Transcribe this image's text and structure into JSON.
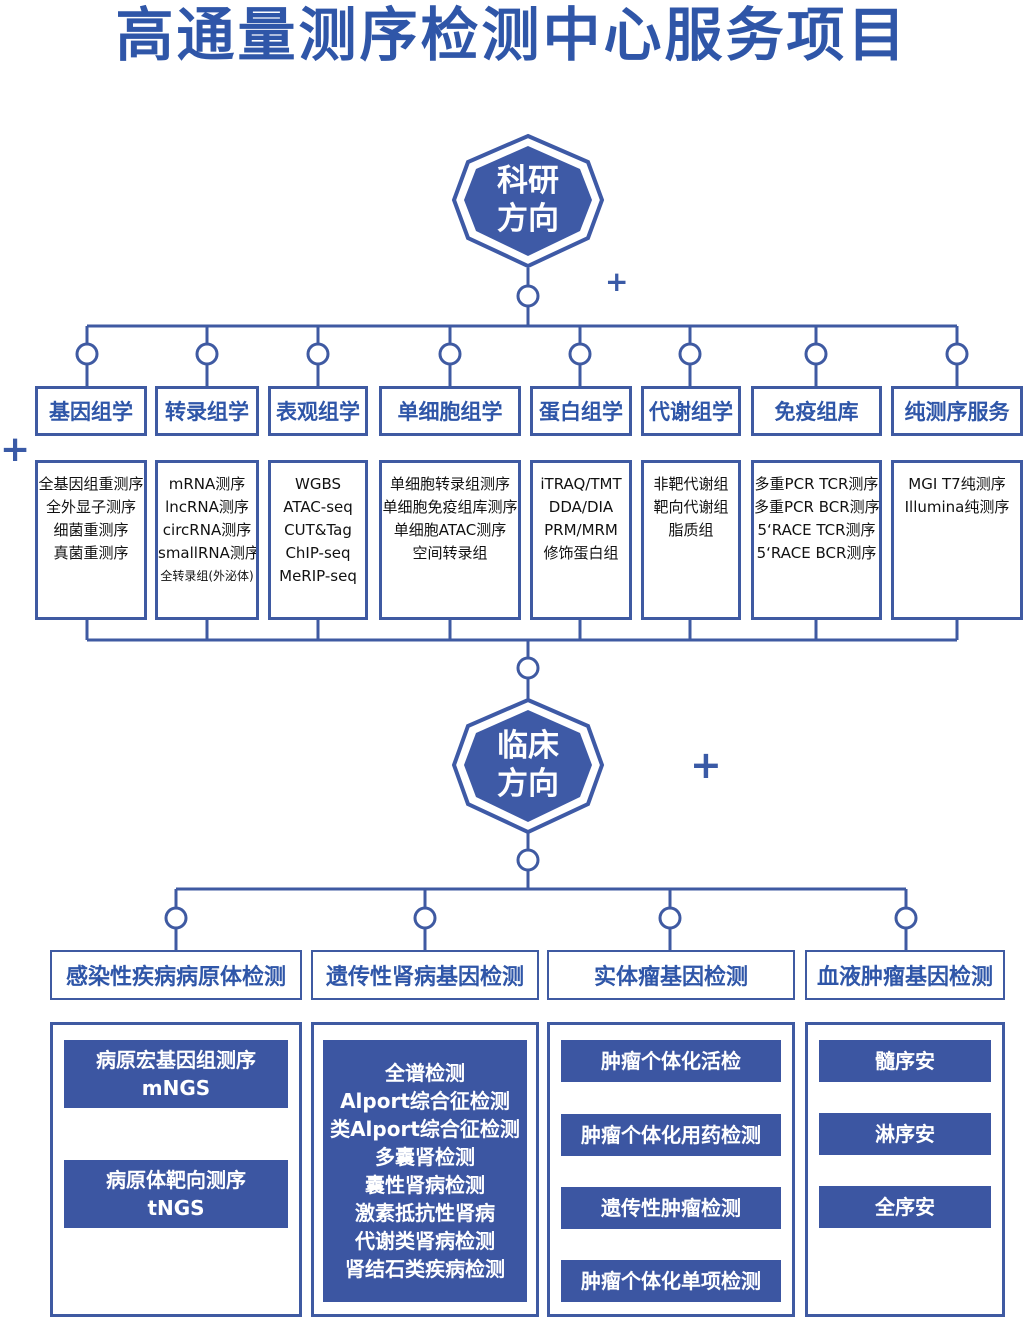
{
  "title": "高通量测序检测中心服务项目",
  "research": {
    "label_line1": "科研",
    "label_line2": "方向",
    "categories": [
      {
        "name": "基因组学",
        "items": [
          "全基因组重测序",
          "全外显子测序",
          "细菌重测序",
          "真菌重测序"
        ]
      },
      {
        "name": "转录组学",
        "items": [
          "mRNA测序",
          "lncRNA测序",
          "circRNA测序",
          "smallRNA测序",
          "全转录组(外泌体)"
        ]
      },
      {
        "name": "表观组学",
        "items": [
          "WGBS",
          "ATAC-seq",
          "CUT&Tag",
          "ChIP-seq",
          "MeRIP-seq"
        ]
      },
      {
        "name": "单细胞组学",
        "items": [
          "单细胞转录组测序",
          "单细胞免疫组库测序",
          "单细胞ATAC测序",
          "空间转录组"
        ]
      },
      {
        "name": "蛋白组学",
        "items": [
          "iTRAQ/TMT",
          "DDA/DIA",
          "PRM/MRM",
          "修饰蛋白组"
        ]
      },
      {
        "name": "代谢组学",
        "items": [
          "非靶代谢组",
          "靶向代谢组",
          "脂质组"
        ]
      },
      {
        "name": "免疫组库",
        "items": [
          "多重PCR TCR测序",
          "多重PCR BCR测序",
          "5‘RACE TCR测序",
          "5‘RACE BCR测序"
        ]
      },
      {
        "name": "纯测序服务",
        "items": [
          "MGI T7纯测序",
          "Illumina纯测序"
        ]
      }
    ]
  },
  "clinical": {
    "label_line1": "临床",
    "label_line2": "方向",
    "categories": [
      {
        "name": "感染性疾病病原体检测",
        "groups": [
          [
            "病原宏基因组测序",
            "mNGS"
          ],
          [
            "病原体靶向测序",
            "tNGS"
          ]
        ]
      },
      {
        "name": "遗传性肾病基因检测",
        "groups": [
          [
            "全谱检测",
            "Alport综合征检测",
            "类Alport综合征检测",
            "多囊肾检测",
            "囊性肾病检测",
            "激素抵抗性肾病",
            "代谢类肾病检测",
            "肾结石类疾病检测"
          ]
        ]
      },
      {
        "name": "实体瘤基因检测",
        "groups": [
          [
            "肿瘤个体化活检"
          ],
          [
            "肿瘤个体化用药检测"
          ],
          [
            "遗传性肿瘤检测"
          ],
          [
            "肿瘤个体化单项检测"
          ]
        ]
      },
      {
        "name": "血液肿瘤基因检测",
        "groups": [
          [
            "髓序安"
          ],
          [
            "淋序安"
          ],
          [
            "全序安"
          ]
        ]
      }
    ]
  },
  "colors": {
    "primary": "#3f5aa2",
    "title": "#2f56a8",
    "hexagon": "#3e5aa6"
  },
  "icons": [
    "plus-icon",
    "connector-node-icon"
  ]
}
